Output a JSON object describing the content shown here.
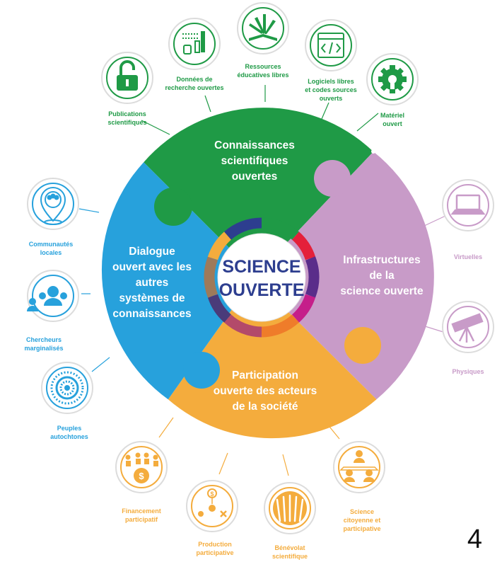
{
  "center": {
    "line1": "SCIENCE",
    "line2": "OUVERTE"
  },
  "segments": {
    "green": {
      "lines": [
        "Connaissances",
        "scientifiques",
        "ouvertes"
      ],
      "color": "#1f9a46"
    },
    "purple": {
      "lines": [
        "Infrastructures",
        "de la",
        "science ouverte"
      ],
      "color": "#c89bc8"
    },
    "orange": {
      "lines": [
        "Participation",
        "ouverte des acteurs",
        "de la société"
      ],
      "color": "#f4ac3d"
    },
    "blue": {
      "lines": [
        "Dialogue",
        "ouvert avec les",
        "autres",
        "systèmes de",
        "connaissances"
      ],
      "color": "#27a1dc"
    }
  },
  "green_items": [
    {
      "lines": [
        "Publications",
        "scientifiques"
      ],
      "icon": "open-padlock-icon"
    },
    {
      "lines": [
        "Données de",
        "recherche ouvertes"
      ],
      "icon": "data-chart-icon"
    },
    {
      "lines": [
        "Ressources",
        "éducatives libres"
      ],
      "icon": "open-book-icon"
    },
    {
      "lines": [
        "Logiciels libres",
        "et codes sources",
        "ouverts"
      ],
      "icon": "code-window-icon"
    },
    {
      "lines": [
        "Matériel",
        "ouvert"
      ],
      "icon": "open-hardware-gear-icon"
    }
  ],
  "purple_items": [
    {
      "lines": [
        "Virtuelles"
      ],
      "icon": "laptop-icon"
    },
    {
      "lines": [
        "Physiques"
      ],
      "icon": "telescope-icon"
    }
  ],
  "blue_items": [
    {
      "lines": [
        "Communautés",
        "locales"
      ],
      "icon": "community-pin-icon"
    },
    {
      "lines": [
        "Chercheurs",
        "marginalisés"
      ],
      "icon": "researchers-group-icon"
    },
    {
      "lines": [
        "Peuples",
        "autochtones"
      ],
      "icon": "concentric-circles-icon"
    }
  ],
  "orange_items": [
    {
      "lines": [
        "Financement",
        "participatif"
      ],
      "icon": "crowdfunding-icon"
    },
    {
      "lines": [
        "Production",
        "participative"
      ],
      "icon": "co-production-icon"
    },
    {
      "lines": [
        "Bénévolat",
        "scientifique"
      ],
      "icon": "raised-hands-icon"
    },
    {
      "lines": [
        "Science",
        "citoyenne et",
        "participative"
      ],
      "icon": "citizen-science-icon"
    }
  ],
  "accent": {
    "green": "#1f9a46",
    "purple": "#c89bc8",
    "blue": "#27a1dc",
    "orange": "#f4ac3d",
    "navy": "#2d3e8f"
  },
  "page_number": "4"
}
